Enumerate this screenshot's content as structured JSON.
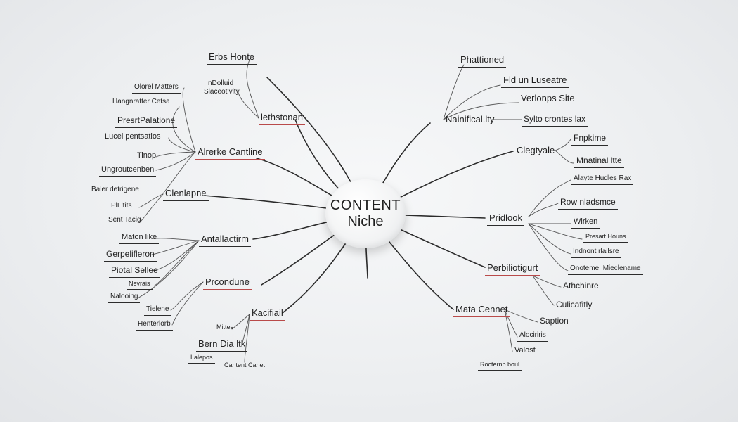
{
  "center": {
    "line1": "CONTENT",
    "line2": "Niche"
  },
  "hubs": [
    {
      "id": "lethstonan",
      "label": "lethstonan"
    },
    {
      "id": "alrerke",
      "label": "Alrerke Cantline"
    },
    {
      "id": "clenlapne",
      "label": "Clenlapne"
    },
    {
      "id": "antallactirm",
      "label": "Antallactirm"
    },
    {
      "id": "prcondune",
      "label": "Prcondune"
    },
    {
      "id": "kacifiail",
      "label": "Kacifiail"
    },
    {
      "id": "nainifical",
      "label": "Nainifical.lty"
    },
    {
      "id": "clegtyale",
      "label": "Clegtyale"
    },
    {
      "id": "pridlook",
      "label": "Pridlook"
    },
    {
      "id": "perbiliotigurt",
      "label": "Perbiliotigurt"
    },
    {
      "id": "matacennet",
      "label": "Mata Cennet"
    }
  ],
  "leaves": [
    {
      "id": "erbs-honte",
      "label": "Erbs Honte"
    },
    {
      "id": "ndoliuid",
      "label": "nDolluid"
    },
    {
      "id": "slaceotivity",
      "label": "Slaceotivity"
    },
    {
      "id": "olorel-matters",
      "label": "Olorel Matters"
    },
    {
      "id": "hangnratter-cetsa",
      "label": "Hangnratter Cetsa"
    },
    {
      "id": "presrtpalatione",
      "label": "PresrtPalatione"
    },
    {
      "id": "lucel-pentsatios",
      "label": "Lucel pentsatios"
    },
    {
      "id": "tinop",
      "label": "Tinop"
    },
    {
      "id": "ungroutcenben",
      "label": "Ungroutcenben"
    },
    {
      "id": "bater-detrigene",
      "label": "Baler detrigene"
    },
    {
      "id": "plutits",
      "label": "PlLitits"
    },
    {
      "id": "sent-tacig",
      "label": "Sent Tacig"
    },
    {
      "id": "maton-like",
      "label": "Maton like"
    },
    {
      "id": "gerpelifleron",
      "label": "Gerpelifleron"
    },
    {
      "id": "piotal-sellee",
      "label": "Piotal Sellee"
    },
    {
      "id": "nevrais",
      "label": "Nevrais"
    },
    {
      "id": "nalooing",
      "label": "Nalooing"
    },
    {
      "id": "tielene",
      "label": "Tielene"
    },
    {
      "id": "henterlorb",
      "label": "Henterlorb"
    },
    {
      "id": "mites",
      "label": "Mittes"
    },
    {
      "id": "bern-dia-ltk",
      "label": "Bern Dia ltk"
    },
    {
      "id": "lalepos",
      "label": "Lalepos"
    },
    {
      "id": "cantent-canet",
      "label": "Cantent Canet"
    },
    {
      "id": "phattioned",
      "label": "Phattioned"
    },
    {
      "id": "fid-un-luseatre",
      "label": "Fld un Luseatre"
    },
    {
      "id": "verlonps-site",
      "label": "Verlonps Site"
    },
    {
      "id": "sylto-crontes-lax",
      "label": "Sylto crontes lax"
    },
    {
      "id": "fnpkime",
      "label": "Fnpkime"
    },
    {
      "id": "mnatinal-ltte",
      "label": "Mnatinal ltte"
    },
    {
      "id": "alayte-hudles-rax",
      "label": "Alayte Hudles Rax"
    },
    {
      "id": "row-nladsmce",
      "label": "Row nladsmce"
    },
    {
      "id": "wirken",
      "label": "Wirken"
    },
    {
      "id": "presart-houns",
      "label": "Presart Houns"
    },
    {
      "id": "indnont-lailsre",
      "label": "Indnont rlailsre"
    },
    {
      "id": "onoteme-mieclename",
      "label": "Onoteme, Mieclename"
    },
    {
      "id": "athchinre",
      "label": "Athchinre"
    },
    {
      "id": "culicafitiy",
      "label": "Culicafitly"
    },
    {
      "id": "saption",
      "label": "Saption"
    },
    {
      "id": "alociriris",
      "label": "Alociriris"
    },
    {
      "id": "valost",
      "label": "Valost"
    },
    {
      "id": "rocternb-boul",
      "label": "Rocternb boul"
    }
  ]
}
